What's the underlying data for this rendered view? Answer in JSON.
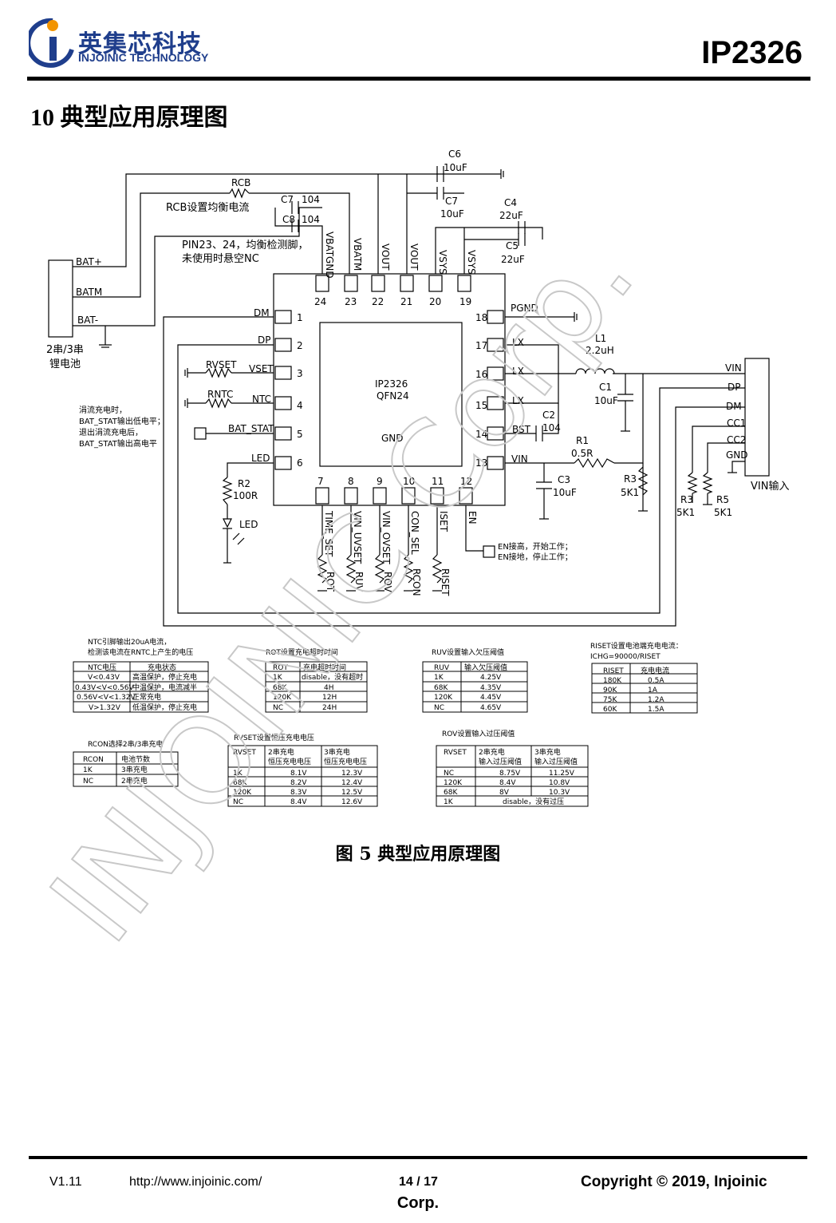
{
  "header": {
    "logo_cn": "英集芯科技",
    "logo_en": "INJOINIC TECHNOLOGY",
    "product": "IP2326"
  },
  "section_title": "10  典型应用原理图",
  "figure_caption": "图 5  典型应用原理图",
  "watermark": "INJOINIC Corp.",
  "schematic": {
    "chip_name": "IP2326",
    "chip_package": "QFN24",
    "chip_gnd": "GND",
    "left_pins": [
      {
        "num": "1",
        "name": "DM"
      },
      {
        "num": "2",
        "name": "DP"
      },
      {
        "num": "3",
        "name": "VSET"
      },
      {
        "num": "4",
        "name": "NTC"
      },
      {
        "num": "5",
        "name": "BAT_STAT"
      },
      {
        "num": "6",
        "name": "LED"
      }
    ],
    "right_pins": [
      {
        "num": "18",
        "name": "PGND"
      },
      {
        "num": "17",
        "name": "LX"
      },
      {
        "num": "16",
        "name": "LX"
      },
      {
        "num": "15",
        "name": "LX"
      },
      {
        "num": "14",
        "name": "BST"
      },
      {
        "num": "13",
        "name": "VIN"
      }
    ],
    "top_pins": [
      {
        "num": "24",
        "name": "VBATGND"
      },
      {
        "num": "23",
        "name": "VBATM"
      },
      {
        "num": "22",
        "name": "VOUT"
      },
      {
        "num": "21",
        "name": "VOUT"
      },
      {
        "num": "20",
        "name": "VSYS"
      },
      {
        "num": "19",
        "name": "VSYS"
      }
    ],
    "bottom_pins": [
      {
        "num": "7",
        "name": "TIME_SET"
      },
      {
        "num": "8",
        "name": "VIN_UVSET"
      },
      {
        "num": "9",
        "name": "VIN_OVSET"
      },
      {
        "num": "10",
        "name": "CON_SEL"
      },
      {
        "num": "11",
        "name": "ISET"
      },
      {
        "num": "12",
        "name": "EN"
      }
    ],
    "bottom_resistors": [
      "ROT",
      "RUV",
      "ROV",
      "RCON",
      "RISET"
    ],
    "battery_labels": [
      "BAT+",
      "BATM",
      "BAT-"
    ],
    "battery_caption_1": "2串/3串",
    "battery_caption_2": "锂电池",
    "rcb_label": "RCB",
    "rcb_note": "RCB设置均衡电流",
    "pin_note_1": "PIN23、24，均衡检测脚，",
    "pin_note_2": "未使用时悬空NC",
    "c6": "C6",
    "c6_val": "10uF",
    "c7a": "C7",
    "c7a_val": "104",
    "c8": "C8",
    "c8_val": "104",
    "c7b": "C7",
    "c7b_val": "10uF",
    "c4": "C4",
    "c4_val": "22uF",
    "c5": "C5",
    "c5_val": "22uF",
    "l1": "L1",
    "l1_val": "2.2uH",
    "c1": "C1",
    "c1_val": "10uF",
    "c2": "C2",
    "c2_val": "104",
    "r1": "R1",
    "r1_val": "0.5R",
    "c3": "C3",
    "c3_val": "10uF",
    "r3a": "R3",
    "r3a_val": "5K1",
    "r3b": "R3",
    "r3b_val": "5K1",
    "r5": "R5",
    "r5_val": "5K1",
    "r2": "R2",
    "r2_val": "100R",
    "led": "LED",
    "rvset": "RVSET",
    "rntc": "RNTC",
    "trickle_note": [
      "涓流充电时，",
      "BAT_STAT输出低电平；",
      "退出涓流充电后，",
      "BAT_STAT输出高电平"
    ],
    "usb_labels": [
      "VIN",
      "DP",
      "DM",
      "CC1",
      "CC2",
      "GND"
    ],
    "usb_caption": "VIN输入",
    "en_note_1": "EN接高，开始工作；",
    "en_note_2": "EN接地，停止工作；"
  },
  "tables": {
    "ntc": {
      "title_1": "NTC引脚输出20uA电流，",
      "title_2": "检测该电流在RNTC上产生的电压",
      "headers": [
        "NTC电压",
        "充电状态"
      ],
      "rows": [
        [
          "V<0.43V",
          "高温保护，停止充电"
        ],
        [
          "0.43V<V<0.56V",
          "中温保护，电流减半"
        ],
        [
          "0.56V<V<1.32V",
          "正常充电"
        ],
        [
          "V>1.32V",
          "低温保护，停止充电"
        ]
      ]
    },
    "rot": {
      "title": "ROT设置充电超时时间",
      "headers": [
        "ROT",
        "充电超时时间"
      ],
      "rows": [
        [
          "1K",
          "disable，没有超时"
        ],
        [
          "68K",
          "4H"
        ],
        [
          "120K",
          "12H"
        ],
        [
          "NC",
          "24H"
        ]
      ]
    },
    "ruv": {
      "title": "RUV设置输入欠压阈值",
      "headers": [
        "RUV",
        "输入欠压阈值"
      ],
      "rows": [
        [
          "1K",
          "4.25V"
        ],
        [
          "68K",
          "4.35V"
        ],
        [
          "120K",
          "4.45V"
        ],
        [
          "NC",
          "4.65V"
        ]
      ]
    },
    "riset": {
      "title_1": "RISET设置电池端充电电流：",
      "title_2": "ICHG=90000/RISET",
      "headers": [
        "RISET",
        "充电电流"
      ],
      "rows": [
        [
          "180K",
          "0.5A"
        ],
        [
          "90K",
          "1A"
        ],
        [
          "75K",
          "1.2A"
        ],
        [
          "60K",
          "1.5A"
        ]
      ]
    },
    "rcon": {
      "title": "RCON选择2串/3串充电",
      "headers": [
        "RCON",
        "电池节数"
      ],
      "rows": [
        [
          "1K",
          "3串充电"
        ],
        [
          "NC",
          "2串充电"
        ]
      ]
    },
    "rvset": {
      "title": "RVSET设置恒压充电电压",
      "headers": [
        "RVSET",
        "2串充电\n恒压充电电压",
        "3串充电\n恒压充电电压"
      ],
      "rows": [
        [
          "1K",
          "8.1V",
          "12.3V"
        ],
        [
          "68K",
          "8.2V",
          "12.4V"
        ],
        [
          "120K",
          "8.3V",
          "12.5V"
        ],
        [
          "NC",
          "8.4V",
          "12.6V"
        ]
      ]
    },
    "rov": {
      "title": "ROV设置输入过压阈值",
      "headers": [
        "RVSET",
        "2串充电\n输入过压阈值",
        "3串充电\n输入过压阈值"
      ],
      "rows": [
        [
          "NC",
          "8.75V",
          "11.25V"
        ],
        [
          "120K",
          "8.4V",
          "10.8V"
        ],
        [
          "68K",
          "8V",
          "10.3V"
        ],
        [
          "1K",
          "disable，没有过压",
          ""
        ]
      ]
    }
  },
  "footer": {
    "version": "V1.11",
    "url": "http://www.injoinic.com/",
    "page": "14 / 17",
    "copyright": "Copyright © 2019, Injoinic",
    "corp": "Corp."
  },
  "colors": {
    "logo_blue": "#1f3e8c",
    "logo_orange": "#f29400",
    "watermark": "#c8c8c8"
  }
}
